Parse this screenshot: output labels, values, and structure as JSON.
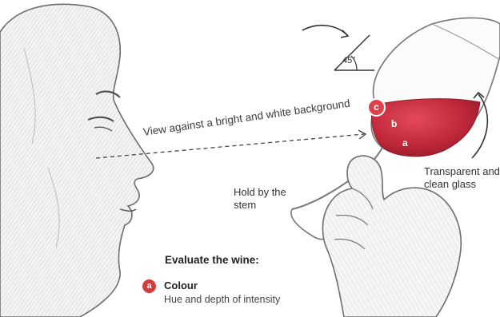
{
  "labels": {
    "view": "View against a bright and white background",
    "angle": "45°",
    "hold": "Hold by the stem",
    "transparent": "Transparent and clean glass",
    "evaluate_heading": "Evaluate the wine:"
  },
  "glass_markers": {
    "a": "a",
    "b": "b",
    "c": "c"
  },
  "legend": {
    "badge": "a",
    "title": "Colour",
    "description": "Hue and depth of intensity"
  },
  "colors": {
    "wine": "#c0283a",
    "badge": "#d83a3a",
    "sketch": "#6b6b6b"
  }
}
